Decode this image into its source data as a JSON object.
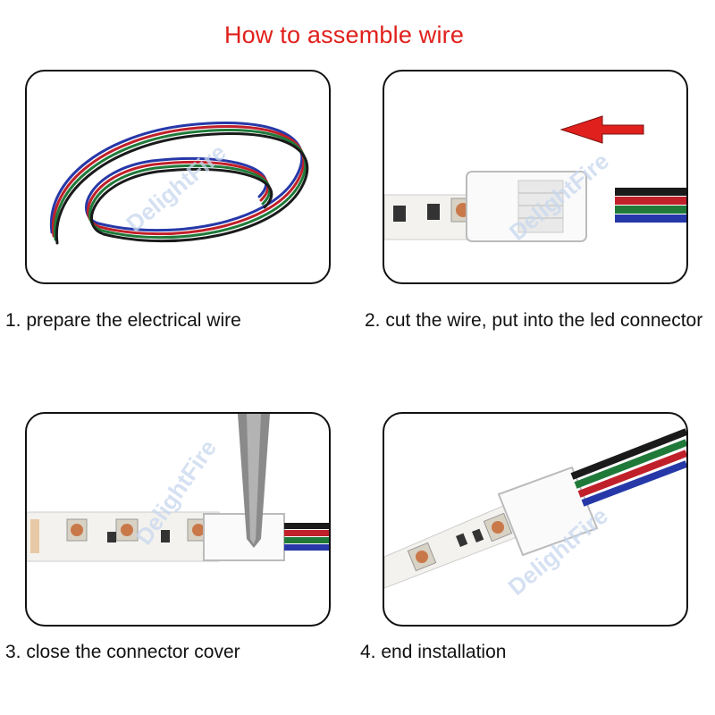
{
  "title": "How to assemble wire",
  "watermark": "DelightFire",
  "steps": [
    {
      "caption": "1. prepare the electrical wire",
      "image": "coiled-rgb-wire"
    },
    {
      "caption": "2. cut the wire, put into the led connector",
      "image": "wire-into-connector"
    },
    {
      "caption": "3. close the connector cover",
      "image": "pliers-closing-connector"
    },
    {
      "caption": "4. end installation",
      "image": "installed-connector"
    }
  ],
  "colors": {
    "title": "#e0201c",
    "arrow": "#e0201c",
    "wire_black": "#1a1a1a",
    "wire_red": "#c0202a",
    "wire_green": "#1f7a3a",
    "wire_blue": "#2638a8"
  }
}
